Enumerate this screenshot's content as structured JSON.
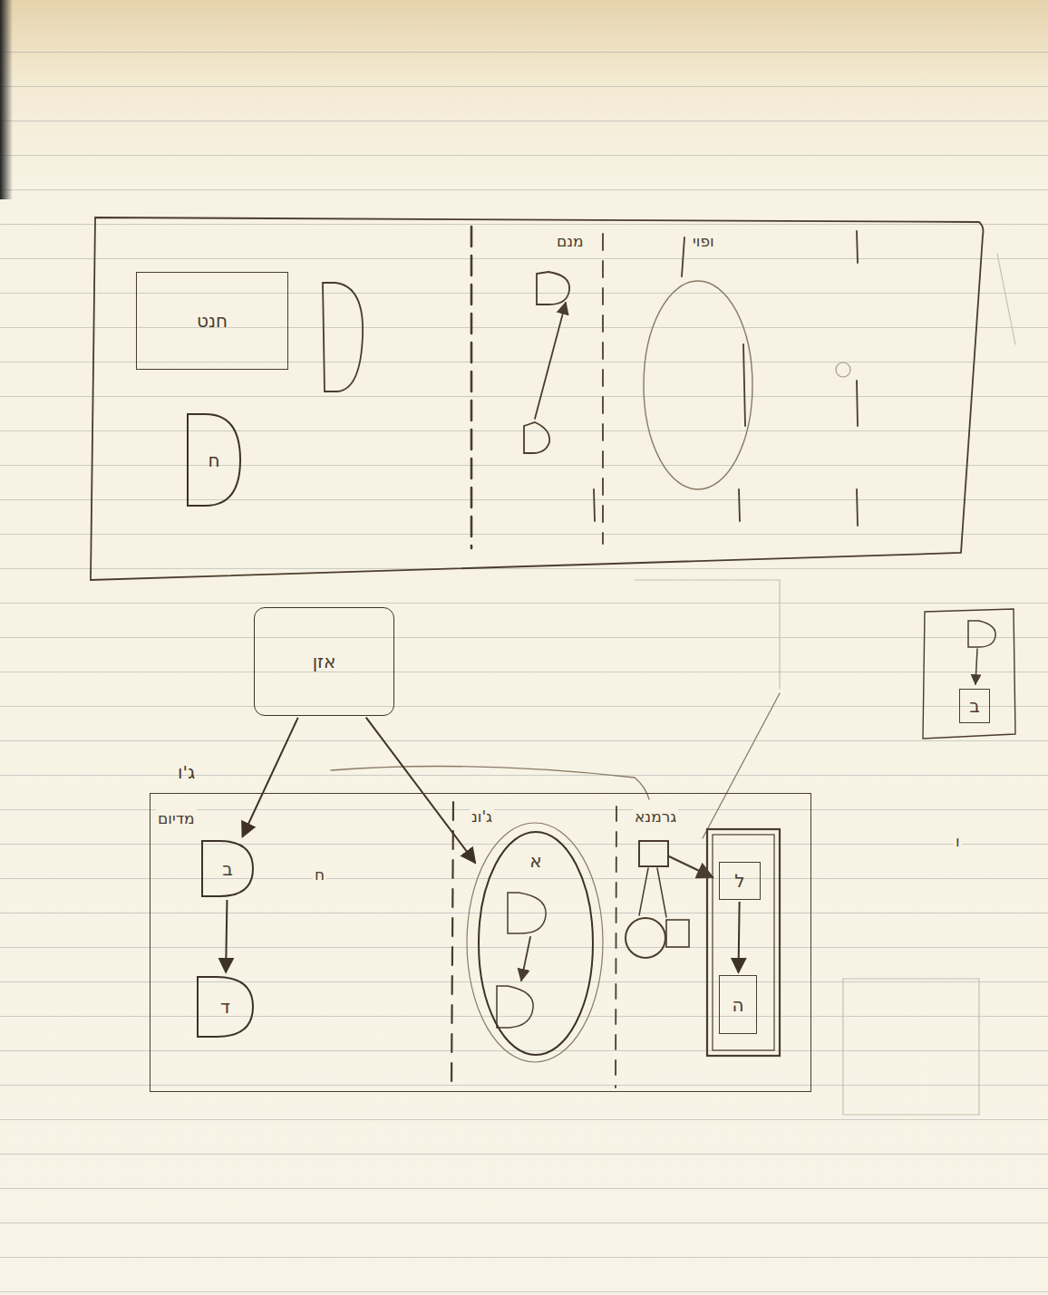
{
  "diagram": {
    "nodes": [
      {
        "text": [
          "חנט"
        ]
      },
      {
        "text": [
          "ח"
        ]
      },
      {
        "text": [
          "אזן"
        ]
      },
      {
        "text": [
          "ג'ו"
        ]
      },
      {
        "text": [
          "ב"
        ],
        "in": 3
      },
      {
        "text": [
          "ד"
        ],
        "in": 3
      },
      {
        "text": [
          "א"
        ],
        "in": 3
      },
      {
        "text": [
          "ל"
        ],
        "in": 3
      },
      {
        "text": [
          "ה"
        ],
        "in": 3
      },
      {
        "text": [
          "ב"
        ]
      }
    ],
    "edges": [
      {
        "from": 2,
        "to": 4,
        "arrow": "to"
      },
      {
        "from": 2,
        "to": 6,
        "arrow": "to"
      },
      {
        "from": 4,
        "to": 5,
        "arrow": "to"
      },
      {
        "from": 7,
        "to": 8,
        "arrow": "to"
      }
    ],
    "labels": [
      "מנם",
      "ופוי",
      "מדיום",
      "ג'ונ",
      "גרמנא",
      "ח",
      "ו"
    ]
  }
}
